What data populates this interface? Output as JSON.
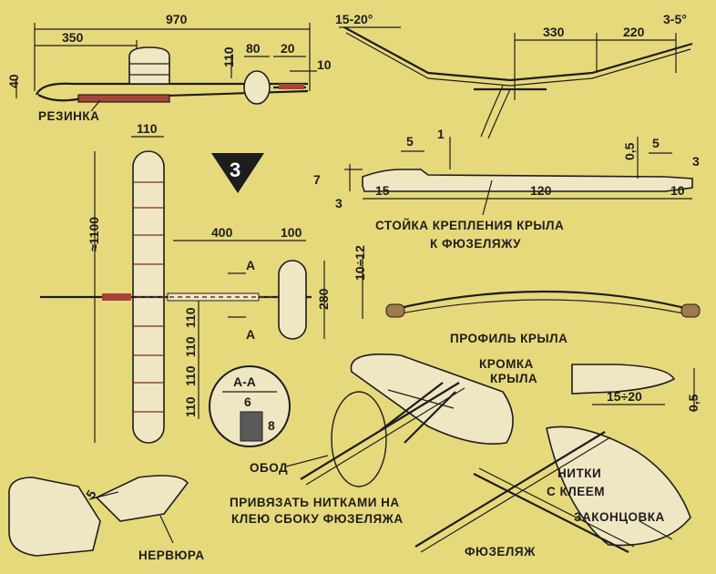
{
  "figure_number": "3",
  "top_side_view": {
    "dims": {
      "total_length": "970",
      "nose_to_wing": "350",
      "height": "40",
      "fin_height": "110",
      "stab_chord": "80",
      "stab_gap": "20",
      "tail_end": "10"
    },
    "label_rubber": "РЕЗИНКА"
  },
  "front_view": {
    "dims": {
      "dihedral": "15-20°",
      "center_span": "330",
      "tip_span": "220",
      "tip_angle": "3-5°"
    }
  },
  "wing_mount": {
    "dims": {
      "notch": "5",
      "notch_depth": "1",
      "height": "7",
      "base": "3",
      "left": "15",
      "length": "120",
      "right": "10",
      "tail_h": "0,5",
      "tail_w": "5",
      "tail_t": "3"
    },
    "label_line1": "СТОЙКА КРЕПЛЕНИЯ КРЫЛА",
    "label_line2": "К ФЮЗЕЛЯЖУ"
  },
  "plan_view": {
    "dims": {
      "wing_chord": "110",
      "span": "≈1100",
      "tail_arm": "400",
      "stab_chord": "100",
      "stab_span": "280",
      "rib1": "110",
      "rib2": "110",
      "rib3": "110",
      "rib4": "110"
    },
    "section_mark": "А"
  },
  "section_aa": {
    "title": "А-А",
    "width": "6",
    "height": "8"
  },
  "wing_profile": {
    "dims": {
      "camber": "10÷12"
    },
    "label": "ПРОФИЛЬ КРЫЛА"
  },
  "edge_detail": {
    "label_line1": "КРОМКА",
    "label_line2": "КРЫЛА",
    "dims": {
      "width": "15÷20",
      "thick": "0,5"
    }
  },
  "assembly": {
    "label_rim": "ОБОД",
    "label_tie_line1": "ПРИВЯЗАТЬ НИТКАМИ НА",
    "label_tie_line2": "КЛЕЮ СБОКУ ФЮЗЕЛЯЖА",
    "label_glue_line1": "НИТКИ",
    "label_glue_line2": "С КЛЕЕМ",
    "label_tip": "ЗАКОНЦОВКА",
    "label_fuselage": "ФЮЗЕЛЯЖ"
  },
  "rib_detail": {
    "label": "НЕРВЮРА",
    "dims": {
      "width": "5"
    }
  },
  "colors": {
    "paper": "#e6d97c",
    "ink": "#1d1d1d",
    "rubber": "#8e2a2a",
    "wood": "#efe6c4"
  }
}
